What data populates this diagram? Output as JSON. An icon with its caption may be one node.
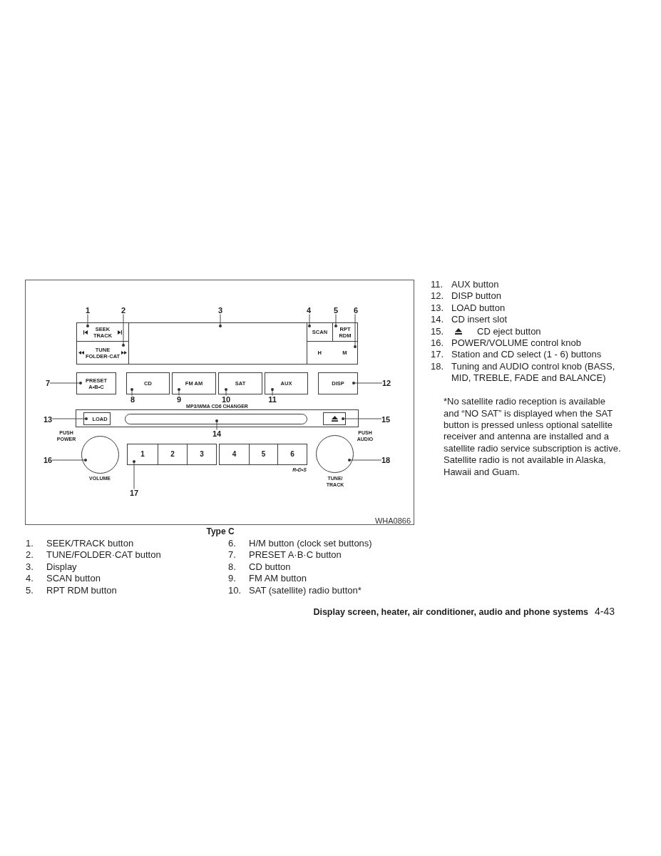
{
  "diagram": {
    "caption": "Type C",
    "nodes": [
      {
        "text": [
          "1"
        ]
      },
      {
        "text": [
          "2"
        ]
      },
      {
        "text": [
          "3"
        ]
      },
      {
        "text": [
          "4"
        ]
      },
      {
        "text": [
          "5"
        ]
      },
      {
        "text": [
          "6"
        ]
      },
      {
        "text": [
          "SEEK TRACK"
        ]
      },
      {
        "text": [],
        "shape": "box"
      },
      {
        "text": [
          "SCAN"
        ]
      },
      {
        "text": [
          "RPT RDM"
        ]
      },
      {
        "text": [
          "TUNE FOLDER·CAT"
        ]
      },
      {
        "text": [
          "H",
          "M"
        ]
      },
      {
        "text": [
          "7"
        ]
      },
      {
        "text": [
          "PRESET A•B•C"
        ]
      },
      {
        "text": [
          "CD"
        ]
      },
      {
        "text": [
          "FM AM"
        ]
      },
      {
        "text": [
          "SAT"
        ]
      },
      {
        "text": [
          "AUX"
        ]
      },
      {
        "text": [
          "DISP"
        ]
      },
      {
        "text": [
          "12"
        ]
      },
      {
        "text": [
          "8"
        ]
      },
      {
        "text": [
          "9"
        ]
      },
      {
        "text": [
          "10"
        ]
      },
      {
        "text": [
          "11"
        ]
      },
      {
        "text": [
          "MP3/WMA CD6 CHANGER"
        ]
      },
      {
        "text": [
          "13"
        ]
      },
      {
        "text": [
          "LOAD"
        ],
        "in": 24
      },
      {
        "text": [],
        "shape": "bar",
        "in": 24
      },
      {
        "text": [],
        "shape": "box",
        "in": 24
      },
      {
        "text": [
          "15"
        ]
      },
      {
        "text": [
          "14"
        ]
      },
      {
        "text": [
          "16"
        ]
      },
      {
        "text": [],
        "shape": "circle",
        "beside": [
          "PUSH POWER",
          "VOLUME"
        ]
      },
      {
        "text": [
          "1"
        ]
      },
      {
        "text": [
          "2"
        ]
      },
      {
        "text": [
          "3"
        ]
      },
      {
        "text": [
          "4"
        ]
      },
      {
        "text": [
          "5"
        ]
      },
      {
        "text": [
          "6"
        ],
        "beside": [
          "R•D•S"
        ]
      },
      {
        "text": [],
        "shape": "circle",
        "beside": [
          "PUSH AUDIO",
          "TUNE/ TRACK"
        ]
      },
      {
        "text": [
          "18"
        ]
      },
      {
        "text": [
          "17"
        ]
      }
    ],
    "edges": [
      {
        "from": 0,
        "to": 6,
        "arrow": "other"
      },
      {
        "from": 1,
        "to": 10,
        "arrow": "other"
      },
      {
        "from": 2,
        "to": 7,
        "arrow": "other"
      },
      {
        "from": 3,
        "to": 8,
        "arrow": "other"
      },
      {
        "from": 4,
        "to": 9,
        "arrow": "other"
      },
      {
        "from": 5,
        "to": 11,
        "arrow": "other"
      },
      {
        "from": 12,
        "to": 13,
        "arrow": "other"
      },
      {
        "from": 20,
        "to": 14,
        "arrow": "other"
      },
      {
        "from": 21,
        "to": 15,
        "arrow": "other"
      },
      {
        "from": 22,
        "to": 16,
        "arrow": "other"
      },
      {
        "from": 23,
        "to": 17,
        "arrow": "other"
      },
      {
        "from": 19,
        "to": 18,
        "arrow": "other"
      },
      {
        "from": 25,
        "to": 26,
        "arrow": "other"
      },
      {
        "from": 30,
        "to": 27,
        "arrow": "other"
      },
      {
        "from": 29,
        "to": 28,
        "arrow": "other"
      },
      {
        "from": 31,
        "to": 32,
        "arrow": "other"
      },
      {
        "from": 41,
        "to": 33,
        "arrow": "other"
      },
      {
        "from": 40,
        "to": 39,
        "arrow": "other"
      }
    ],
    "labels": [
      "WHA0866",
      "1.",
      "SEEK/TRACK button",
      "2.",
      "TUNE/FOLDER·CAT button",
      "3.",
      "Display",
      "4.",
      "SCAN button",
      "5.",
      "RPT RDM button",
      "6.",
      "H/M button (clock set buttons)",
      "7.",
      "PRESET A·B·C button",
      "8.",
      "CD button",
      "9.",
      "FM AM button",
      "10.",
      "SAT (satellite) radio button*",
      "11.",
      "AUX button",
      "12.",
      "DISP button",
      "13.",
      "LOAD button",
      "14.",
      "CD insert slot",
      "15.",
      "CD eject button",
      "16.",
      "POWER/VOLUME control knob",
      "17.",
      "Station and CD select (1 - 6) buttons",
      "18.",
      "Tuning and AUDIO control knob (BASS, MID, TREBLE, FADE and BALANCE)",
      "*No satellite radio reception is available and “NO SAT” is displayed when the SAT button is pressed unless optional satellite receiver and antenna are installed and a satellite radio service subscription is active. Satellite radio is not available in Alaska, Hawaii and Guam.",
      "Display screen, heater, air conditioner, audio and phone systems",
      "4-43"
    ]
  }
}
